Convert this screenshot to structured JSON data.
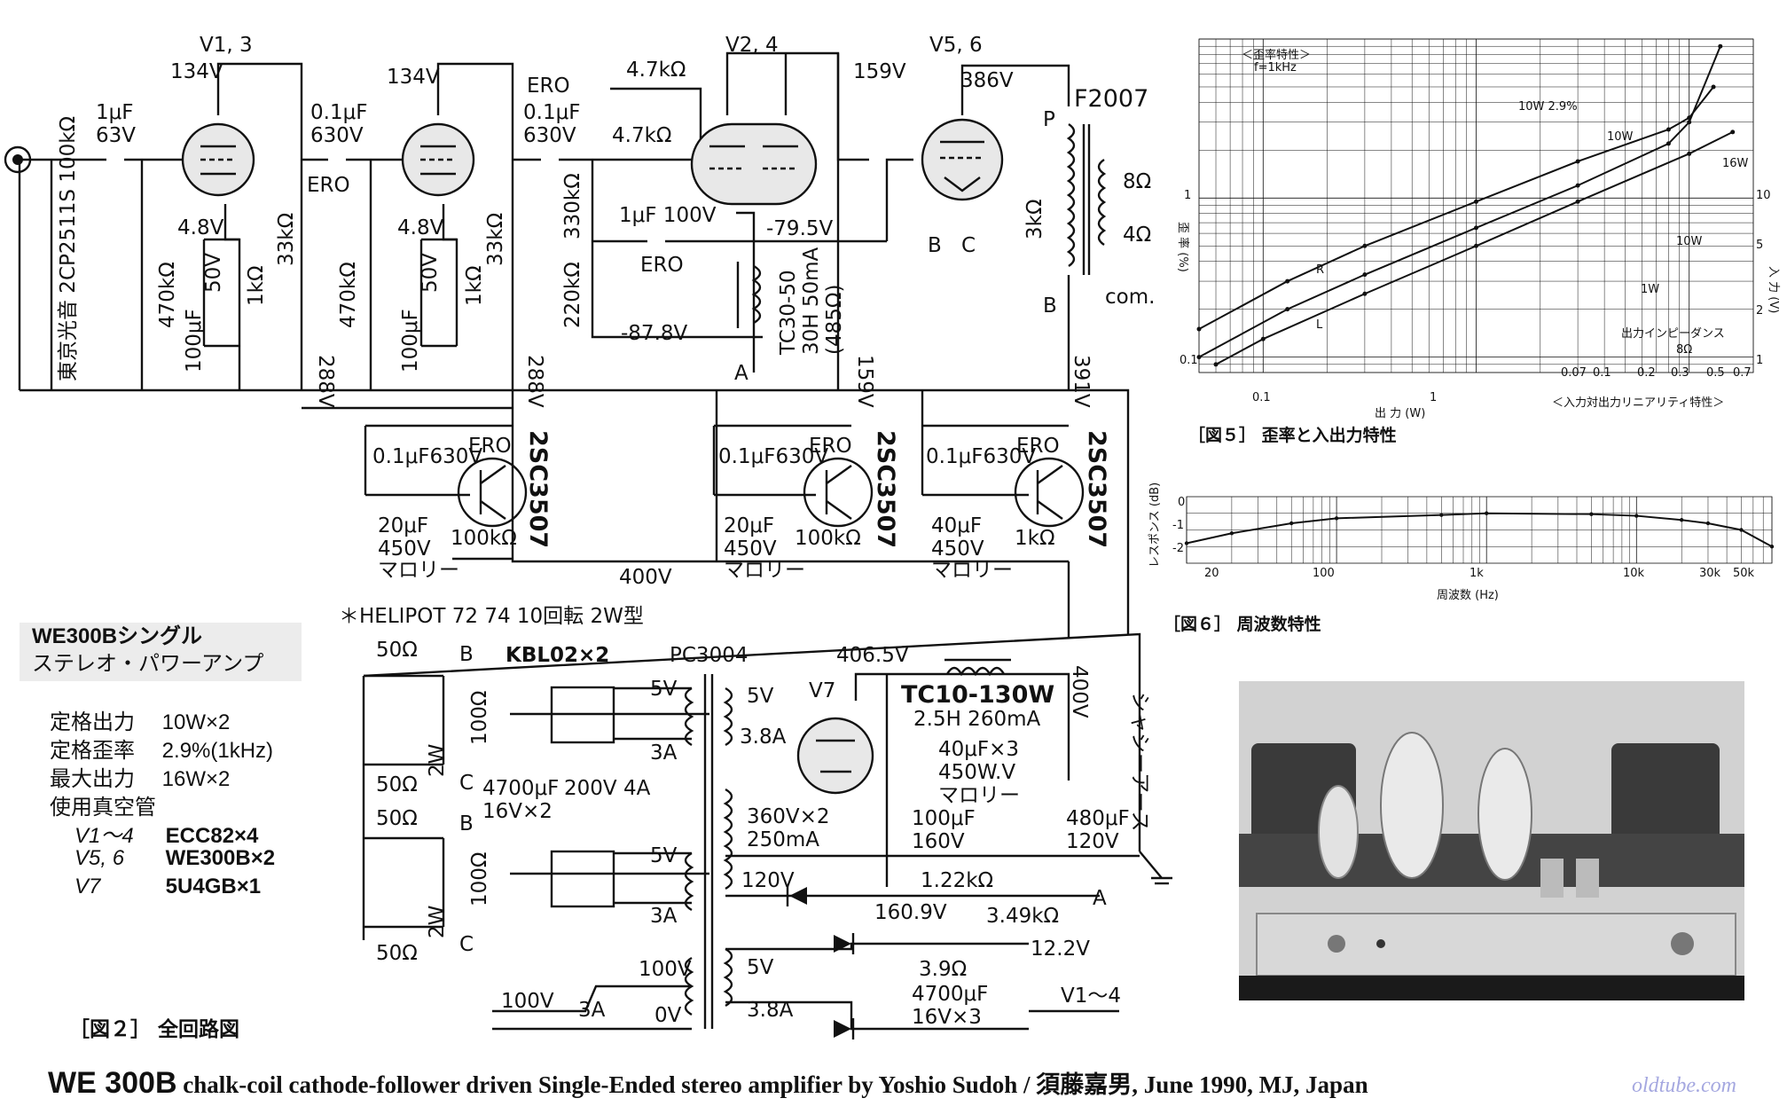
{
  "schematic": {
    "tubes": {
      "v13": "V1, 3",
      "v24": "V2, 4",
      "v56": "V5, 6",
      "v7": "V7"
    },
    "components": {
      "c_in": [
        "1μF",
        "63V"
      ],
      "c_01_630": [
        "0.1μF",
        "630V"
      ],
      "ero": "ERO",
      "r_470k": "470kΩ",
      "r_100k": "100kΩ",
      "r_1k": "1kΩ",
      "r_33k": "33kΩ",
      "r_330k": "330kΩ",
      "r_220k": "220kΩ",
      "r_3k": "3kΩ",
      "r_47k": "4.7kΩ",
      "c_48v": "4.8V",
      "c_100u": "100μF",
      "c_50v": "50V",
      "c_1u100": "1μF 100V",
      "pot": "東京光音 2CP2511S 100kΩ",
      "choke": [
        "TC30-50",
        "30H 50mA",
        "(485Ω)"
      ],
      "output_tx": "F2007",
      "taps": [
        "8Ω",
        "4Ω",
        "com."
      ],
      "p": "P",
      "b": "B",
      "c": "C",
      "a": "A"
    },
    "voltages": {
      "v134": "134V",
      "v159": "159V",
      "v386": "386V",
      "v288": "288V",
      "v795": "-79.5V",
      "v878": "-87.8V",
      "v391": "391V",
      "v400": "400V",
      "v4065": "406.5V",
      "v1609": "160.9V",
      "v122": "12.2V"
    },
    "ccs": {
      "transistor": "2SC3507",
      "cap": "0.1μF630V",
      "ero": "ERO",
      "c20": [
        "20μF",
        "450V"
      ],
      "c40": [
        "40μF",
        "450V"
      ],
      "mallory": "マロリー",
      "r100k": "100kΩ",
      "r1k": "1kΩ"
    },
    "helipot": "＊HELIPOT 72 74 10回転 2W型",
    "power": {
      "r50": "50Ω",
      "pot100": "100Ω",
      "w2": "2W",
      "kbl": "KBL02×2",
      "pc": "PC3004",
      "c4700x2": [
        "4700μF",
        "16V×2"
      ],
      "v200": "200V 4A",
      "v5": "5V",
      "a3": "3A",
      "a38": "3.8A",
      "v360": [
        "360V×2",
        "250mA"
      ],
      "v120": "120V",
      "choke": [
        "TC10-130W",
        "2.5H 260mA"
      ],
      "c40x3": [
        "40μF×3",
        "450W.V",
        "マロリー"
      ],
      "c100_160": [
        "100μF",
        "160V"
      ],
      "c480": [
        "480μF",
        "120V"
      ],
      "r122k": "1.22kΩ",
      "r349k": "3.49kΩ",
      "r39": "3.9Ω",
      "c4700x3": [
        "4700μF",
        "16V×3"
      ],
      "v100": "100V",
      "v0": "0V",
      "ac100": "100V",
      "fuse": "3A",
      "chassis": "シャシーアース",
      "v14": "V1～4"
    },
    "caption": "［図２］ 全回路図"
  },
  "specs": {
    "title_line1": "WE300Bシングル",
    "title_line2": "ステレオ・パワーアンプ",
    "rows": [
      {
        "label": "定格出力",
        "value": "10W×2"
      },
      {
        "label": "定格歪率",
        "value": "2.9%(1kHz)"
      },
      {
        "label": "最大出力",
        "value": "16W×2"
      },
      {
        "label": "使用真空管",
        "value": ""
      }
    ],
    "tubes": [
      {
        "label": "V1～4",
        "value": "ECC82×4"
      },
      {
        "label": "V5, 6",
        "value": "WE300B×2"
      },
      {
        "label": "V7",
        "value": "5U4GB×1"
      }
    ]
  },
  "chart_data": [
    {
      "type": "line",
      "title": "［図５］ 歪率と入出力特性",
      "xlabel": "出 力 (W)",
      "ylabel": "歪 率 (%)",
      "y2label": "入 力 (V)",
      "annotations": [
        "＜歪率特性＞",
        "f=1kHz",
        "10W 2.9%",
        "10W",
        "16W",
        "1W",
        "出力インピーダンス",
        "8Ω",
        "＜入力対出力リニアリティ特性＞",
        "R",
        "L"
      ],
      "x_ticks": [
        "0.1",
        "1"
      ],
      "y_ticks": [
        "0.1",
        "1"
      ],
      "y2_ticks": [
        "10",
        "5",
        "2",
        "1"
      ],
      "x2_ticks": [
        "0.07",
        "0.1",
        "0.2",
        "0.3",
        "0.5",
        "0.7"
      ],
      "xscale": "log",
      "yscale": "log",
      "xlim": [
        0.05,
        20
      ],
      "ylim": [
        0.08,
        10
      ],
      "series": [
        {
          "name": "R",
          "x": [
            0.05,
            0.13,
            0.3,
            1,
            3,
            8,
            10,
            13
          ],
          "y": [
            0.15,
            0.3,
            0.5,
            0.95,
            1.7,
            2.7,
            3.2,
            5.0
          ]
        },
        {
          "name": "L",
          "x": [
            0.05,
            0.13,
            0.3,
            1,
            3,
            8,
            10,
            14
          ],
          "y": [
            0.1,
            0.2,
            0.33,
            0.65,
            1.2,
            2.2,
            3.0,
            9.0
          ]
        },
        {
          "name": "",
          "x": [
            0.06,
            0.1,
            0.3,
            1,
            3,
            10,
            16
          ],
          "y": [
            0.09,
            0.13,
            0.25,
            0.5,
            0.95,
            1.9,
            2.6
          ]
        }
      ],
      "grid": true
    },
    {
      "type": "line",
      "title": "［図６］ 周波数特性",
      "xlabel": "周波数 (Hz)",
      "ylabel": "レスポンス (dB)",
      "x_ticks": [
        "20",
        "100",
        "1k",
        "10k",
        "30k",
        "50k"
      ],
      "y_ticks": [
        "0",
        "-1",
        "-2"
      ],
      "xscale": "log",
      "xlim": [
        10,
        80000
      ],
      "ylim": [
        -3,
        1
      ],
      "series": [
        {
          "name": "",
          "x": [
            10,
            20,
            50,
            100,
            500,
            1000,
            5000,
            10000,
            20000,
            30000,
            50000,
            80000
          ],
          "y": [
            -1.8,
            -1.2,
            -0.6,
            -0.3,
            -0.1,
            0,
            -0.05,
            -0.15,
            -0.4,
            -0.6,
            -1.0,
            -2.0
          ]
        }
      ],
      "grid": true
    }
  ],
  "footer": {
    "model": "WE 300B",
    "text": " chalk-coil cathode-follower driven Single-Ended stereo amplifier by Yoshio Sudoh / 須藤嘉男, June 1990, MJ, Japan",
    "watermark": "oldtube.com"
  }
}
